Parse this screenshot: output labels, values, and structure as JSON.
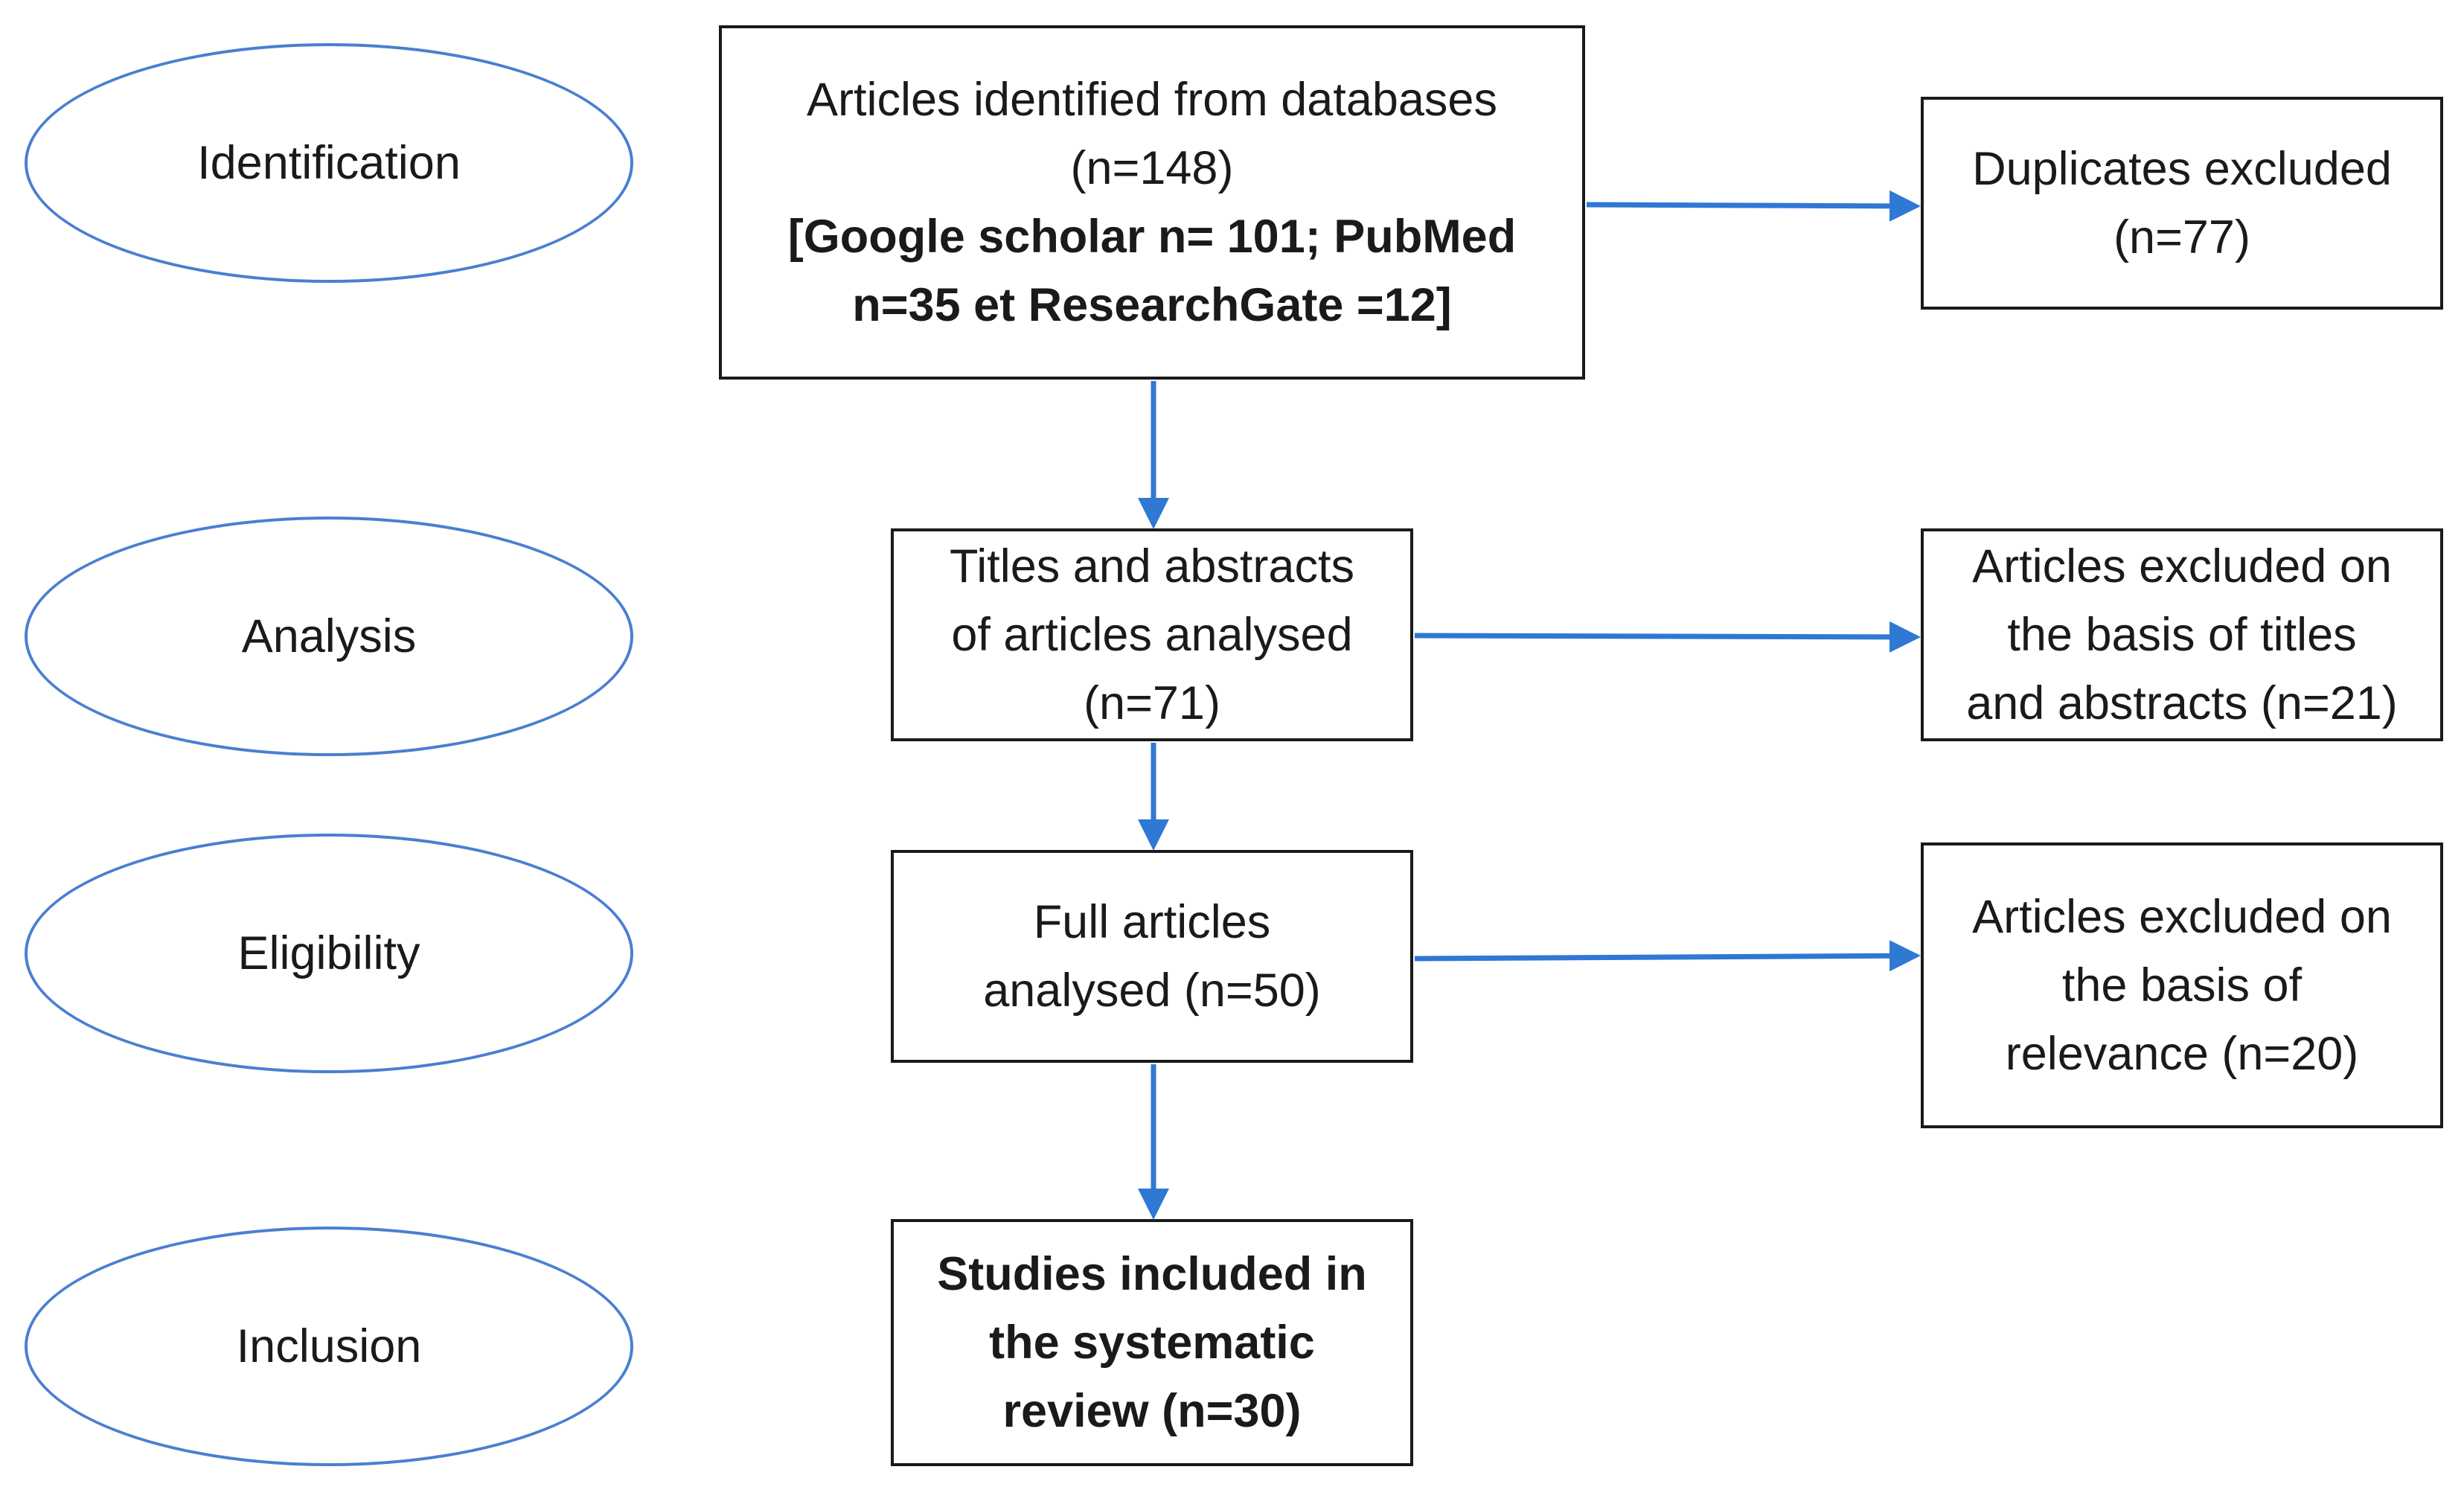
{
  "stages": [
    {
      "label": "Identification"
    },
    {
      "label": "Analysis"
    },
    {
      "label": "Eligibility"
    },
    {
      "label": "Inclusion"
    }
  ],
  "main_boxes": {
    "identified": {
      "line1": "Articles identified from databases",
      "line2": "(n=148)",
      "line3": "[Google scholar n= 101; PubMed",
      "line4": "n=35 et ResearchGate =12]"
    },
    "screened": {
      "line1": "Titles and abstracts",
      "line2": "of articles analysed",
      "line3": "(n=71)"
    },
    "full_text": {
      "line1": "Full articles",
      "line2": "analysed (n=50)"
    },
    "included": {
      "line1": "Studies included in",
      "line2": "the systematic",
      "line3": "review (n=30)"
    }
  },
  "excluded_boxes": {
    "duplicates": {
      "line1": "Duplicates excluded",
      "line2": "(n=77)"
    },
    "titles_abstracts": {
      "line1": "Articles excluded on",
      "line2": "the basis of titles",
      "line3": "and abstracts (n=21)"
    },
    "relevance": {
      "line1": "Articles excluded on",
      "line2": "the basis of",
      "line3": "relevance (n=20)"
    }
  },
  "colors": {
    "arrow": "#2f78d4",
    "ellipse_border": "#4a7fd1",
    "box_border": "#1a1a1a"
  }
}
